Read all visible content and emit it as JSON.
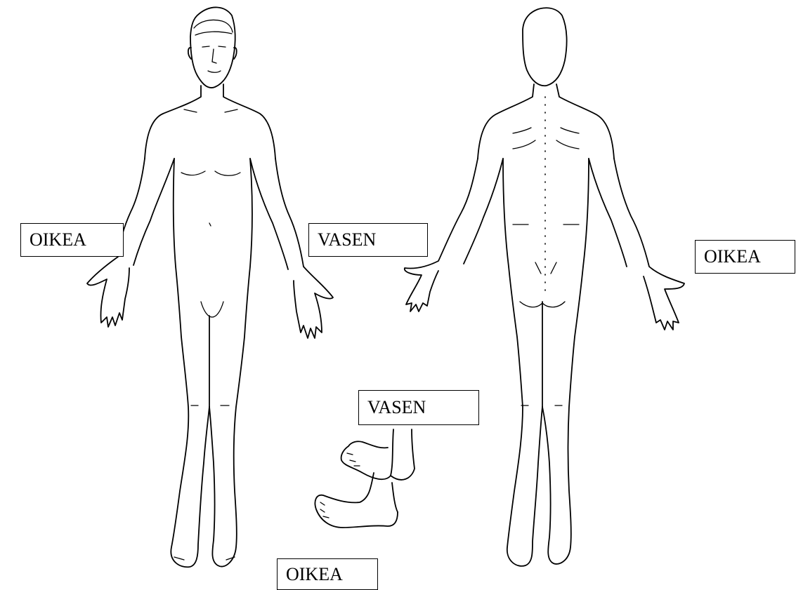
{
  "labels": {
    "front_right": "OIKEA",
    "front_left": "VASEN",
    "back_right": "OIKEA",
    "feet_left": "VASEN",
    "feet_right": "OIKEA"
  }
}
